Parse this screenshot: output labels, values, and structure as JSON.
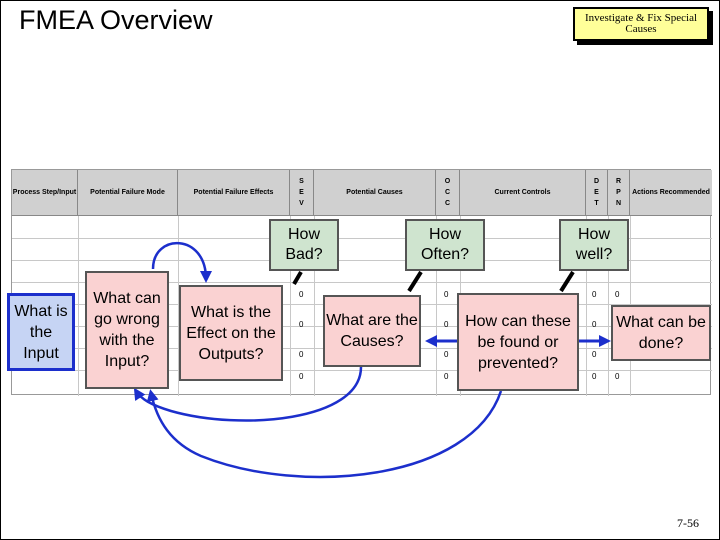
{
  "title": "FMEA Overview",
  "badge": "Investigate & Fix Special Causes",
  "columns": {
    "process_step": "Process Step/Input",
    "failure_mode": "Potential Failure Mode",
    "failure_effects": "Potential Failure Effects",
    "sev": [
      "S",
      "E",
      "V"
    ],
    "causes": "Potential Causes",
    "occ": [
      "O",
      "C",
      "C"
    ],
    "controls": "Current Controls",
    "det": [
      "D",
      "E",
      "T"
    ],
    "rpn": [
      "R",
      "P",
      "N"
    ],
    "actions": "Actions Recommended"
  },
  "cell_zero": "0",
  "questions": {
    "how_bad": "How Bad?",
    "how_often": "How Often?",
    "how_well": "How well?"
  },
  "boxes": {
    "input": "What is the Input",
    "wrong": "What can go wrong with the Input?",
    "effect": "What is the Effect on the Outputs?",
    "causes": "What are the Causes?",
    "prevented": "How can these be found or prevented?",
    "done": "What can be done?"
  },
  "page_number": "7-56",
  "colors": {
    "question_fill": "#cfe4cf",
    "answer_fill": "#fad2d2",
    "input_fill": "#c6d4f4",
    "arrow_blue": "#1c2fcc",
    "badge_fill": "#ffff99",
    "header_fill": "#d0d0d0"
  }
}
